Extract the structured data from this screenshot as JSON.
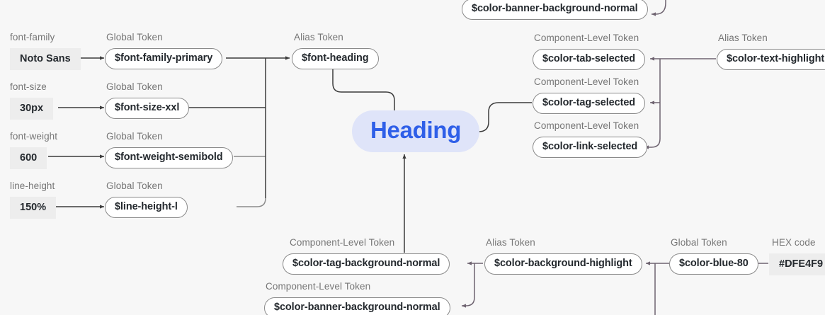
{
  "canvas": {
    "background": "#f7f7f7",
    "wire_dark": "#3c3c3c",
    "wire_mauve": "#6e6370",
    "wire_gray": "#8c8c8c"
  },
  "labels": {
    "global_token": "Global Token",
    "alias_token": "Alias Token",
    "component_level_token": "Component-Level Token",
    "hex_code": "HEX code"
  },
  "properties": [
    {
      "name": "font-family",
      "value": "Noto Sans",
      "token": "$font-family-primary",
      "caption": "Global Token"
    },
    {
      "name": "font-size",
      "value": "30px",
      "token": "$font-size-xxl",
      "caption": "Global Token"
    },
    {
      "name": "font-weight",
      "value": "600",
      "token": "$font-weight-semibold",
      "caption": "Global Token"
    },
    {
      "name": "line-height",
      "value": "150%",
      "token": "$line-height-l",
      "caption": "Global Token"
    }
  ],
  "alias_font": {
    "caption": "Alias Token",
    "token": "$font-heading"
  },
  "heading": {
    "text": "Heading",
    "text_color": "#2f5fe8",
    "background_color": "#dfe4f9"
  },
  "color_component_tokens": [
    {
      "caption": "Component-Level Token",
      "token": "$color-tab-selected"
    },
    {
      "caption": "Component-Level Token",
      "token": "$color-tag-selected"
    },
    {
      "caption": "Component-Level Token",
      "token": "$color-link-selected"
    }
  ],
  "alias_text_highlight": {
    "caption": "Alias Token",
    "token": "$color-text-highlight"
  },
  "top_banner_token": {
    "token": "$color-banner-background-normal"
  },
  "background_component_tokens": [
    {
      "caption": "Component-Level Token",
      "token": "$color-tag-background-normal"
    },
    {
      "caption": "Component-Level Token",
      "token": "$color-banner-background-normal"
    }
  ],
  "alias_background_highlight": {
    "caption": "Alias Token",
    "token": "$color-background-highlight"
  },
  "global_blue": {
    "caption": "Global Token",
    "token": "$color-blue-80"
  },
  "hex_value": {
    "caption": "HEX code",
    "value": "#DFE4F9"
  }
}
